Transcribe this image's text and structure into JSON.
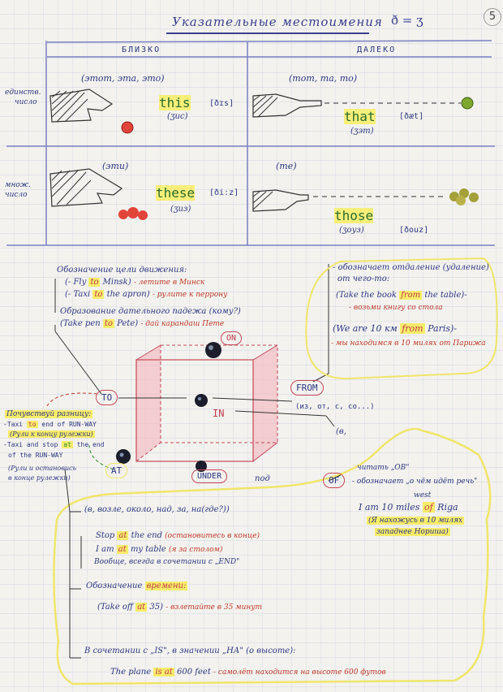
{
  "header": {
    "title": "Указательные местоимения",
    "formula": "ð = ʒ",
    "page_number": "5"
  },
  "table": {
    "col_near": "БЛИЗКО",
    "col_far": "ДАЛЕКО",
    "row_singular": [
      "единств.",
      "число"
    ],
    "row_plural": [
      "множ.",
      "число"
    ],
    "this_ru": "(этот, эта, это)",
    "this_word": "this",
    "this_ipa": "[ðɪs]",
    "this_sound": "(ʒис)",
    "that_ru": "(тот, та, то)",
    "that_word": "that",
    "that_ipa": "[ðæt]",
    "that_sound": "(ʒэт)",
    "these_ru": "(эти)",
    "these_word": "these",
    "these_ipa": "[ðiːz]",
    "these_sound": "(ʒиз)",
    "those_ru": "(те)",
    "those_word": "those",
    "those_sound": "(ʒоуз)",
    "those_ipa": "[ðouz]"
  },
  "to_block": {
    "heading": "Обозначение цели движения:",
    "ex1_a": "(- Fly",
    "ex1_b": "to",
    "ex1_c": "Minsk)",
    "ex1_tr": "- летите в Минск",
    "ex2_a": "(- Taxi",
    "ex2_b": "to",
    "ex2_c": "the apron)",
    "ex2_tr": "- рулите к перрону",
    "heading2": "Образование дательного падежа (кому?)",
    "ex3_a": "(Take pen",
    "ex3_b": "to",
    "ex3_c": "Pete)",
    "ex3_tr": "- дай карандаш Пете"
  },
  "from_block": {
    "heading": "- обозначает отдаление (удаление)",
    "heading2": "от чего-то:",
    "ex1_a": "(Take the book",
    "ex1_b": "from",
    "ex1_c": "the table)-",
    "ex1_tr": "- возьми книгу со стола",
    "ex2_a": "(We are 10 км",
    "ex2_b": "from",
    "ex2_c": "Paris)-",
    "ex2_tr": "- мы находимся в 10 милях от Парижа"
  },
  "cube": {
    "on": "ON",
    "in": "IN",
    "under": "UNDER",
    "under_ru": "под",
    "to": "TO",
    "from": "FROM",
    "from_ru": "(из, от, с, со...)",
    "in_ru": "(в,",
    "at": "AT"
  },
  "feel_block": {
    "heading": "Почувствуй разницу:",
    "l1_a": "-Taxi",
    "l1_b": "to",
    "l1_c": "end of RUN-WAY",
    "l1_tr": "(Рули к концу рулежки)",
    "l2_a": "-Taxi and stop",
    "l2_b": "at",
    "l2_c": "the end",
    "l3": "of the RUN-WAY",
    "l4": "(Рули и остановись",
    "l5": "в конце рулежки)"
  },
  "of_block": {
    "label": "OF",
    "read": "читать „ОВ\"",
    "desc": "- обозначает „о чём идёт речь\"",
    "west": "west",
    "ex_a": "I am 10 miles",
    "ex_b": "of",
    "ex_c": "Riga",
    "tr1": "(Я нахожусь в 10 милях",
    "tr2": "западнее Нориша)"
  },
  "at_block": {
    "line1": "(в, возле, около, над, за, на(где?))",
    "ex1_a": "Stop",
    "ex1_b": "at",
    "ex1_c": "the end",
    "ex1_tr": "(остановитесь в конце)",
    "ex2_a": "I am",
    "ex2_b": "at",
    "ex2_c": "my table",
    "ex2_tr": "(я за столом)",
    "note": "Вообще, всегда в сочетании с „END\"",
    "time_heading": "Обозначение",
    "time_word": "времени:",
    "ex3_a": "(Take off",
    "ex3_b": "at",
    "ex3_c": "35)",
    "ex3_tr": "- взлетайте в 35 минут",
    "combo": "В сочетании с „IS\", в значении „НА\" (о высоте):",
    "ex4_a": "The plane",
    "ex4_b": "is at",
    "ex4_c": "600 feet",
    "ex4_tr": "- самолёт находится на высоте 600 футов"
  },
  "colors": {
    "ink": "#2e3780",
    "highlight": "#f7ec6a",
    "red": "#c33b4a",
    "green": "#2c6b2c"
  }
}
